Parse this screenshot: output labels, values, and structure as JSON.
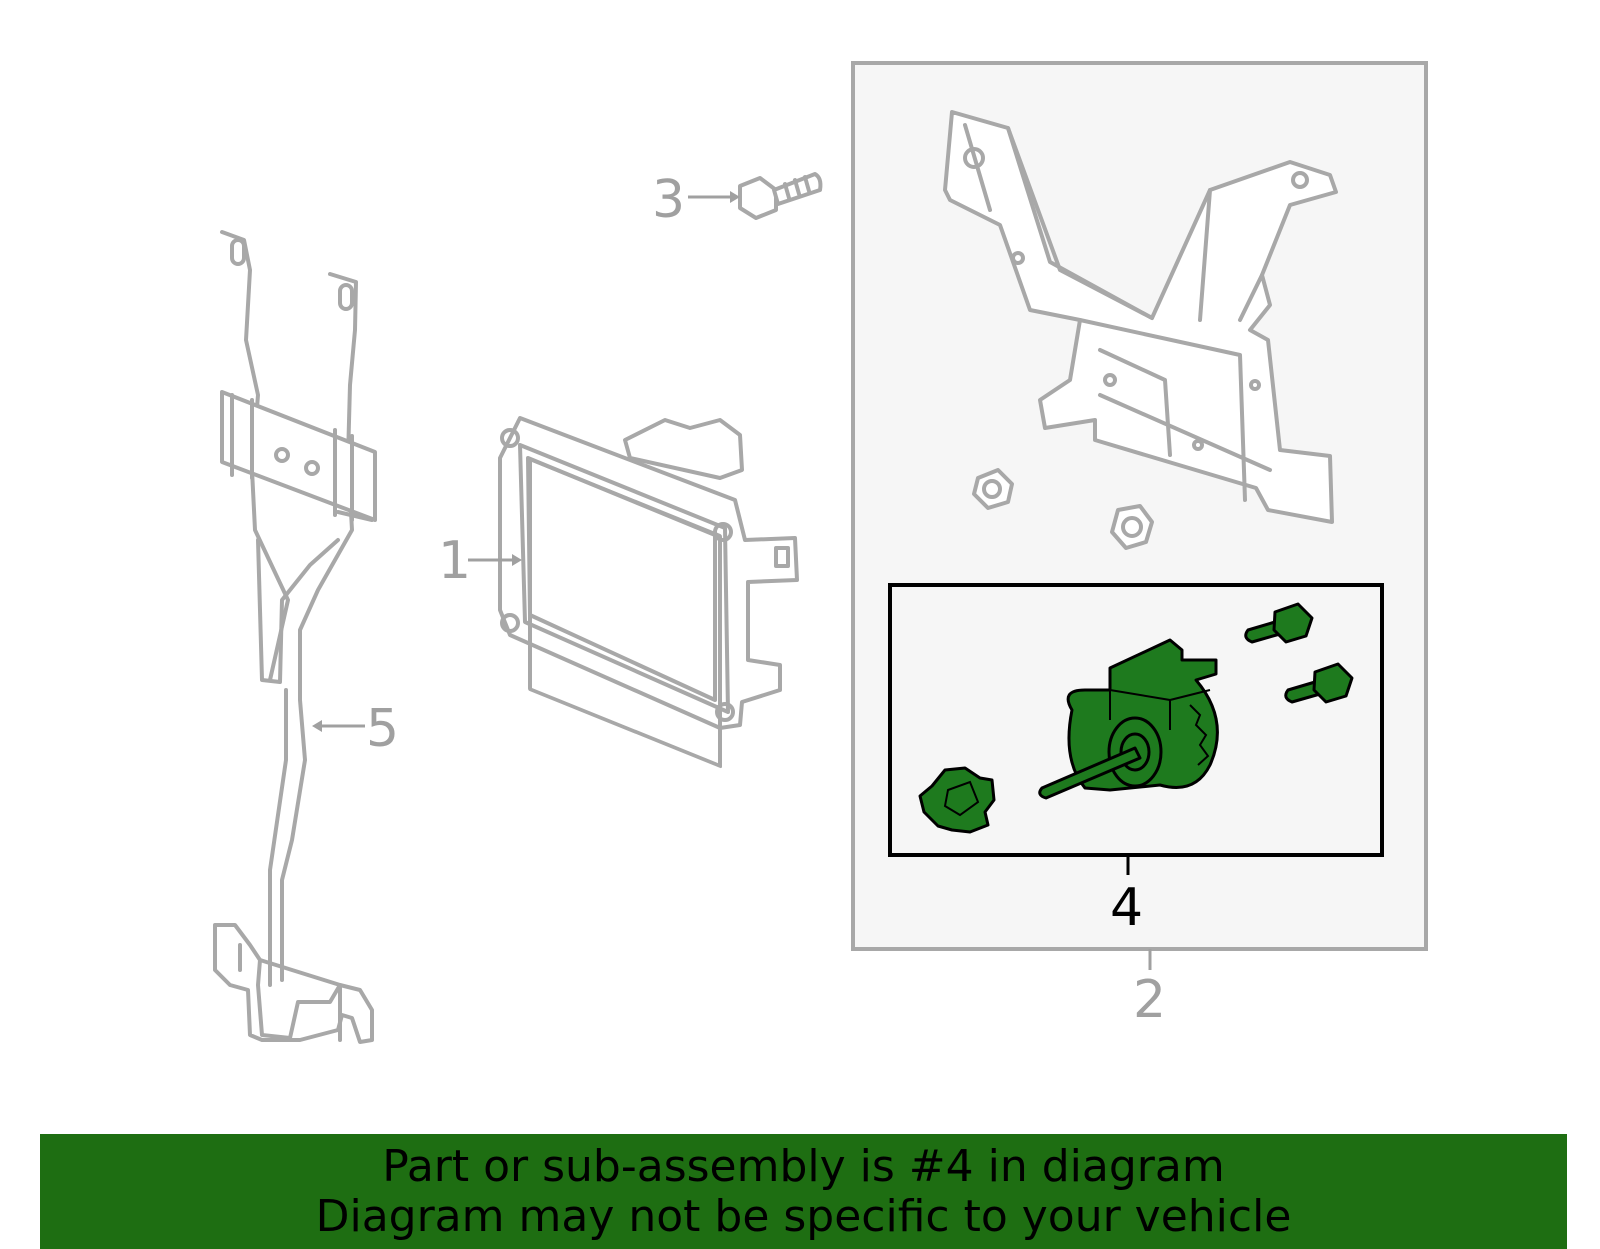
{
  "callouts": {
    "part1": "1",
    "part2": "2",
    "part3": "3",
    "part4": "4",
    "part5": "5"
  },
  "banner": {
    "line1": "Part or sub-assembly is #4 in diagram",
    "line2": "Diagram may not be specific to your vehicle"
  },
  "colors": {
    "highlight": "#1e7a1e",
    "banner": "#1e6e12",
    "line_art": "#a8a8a8"
  }
}
